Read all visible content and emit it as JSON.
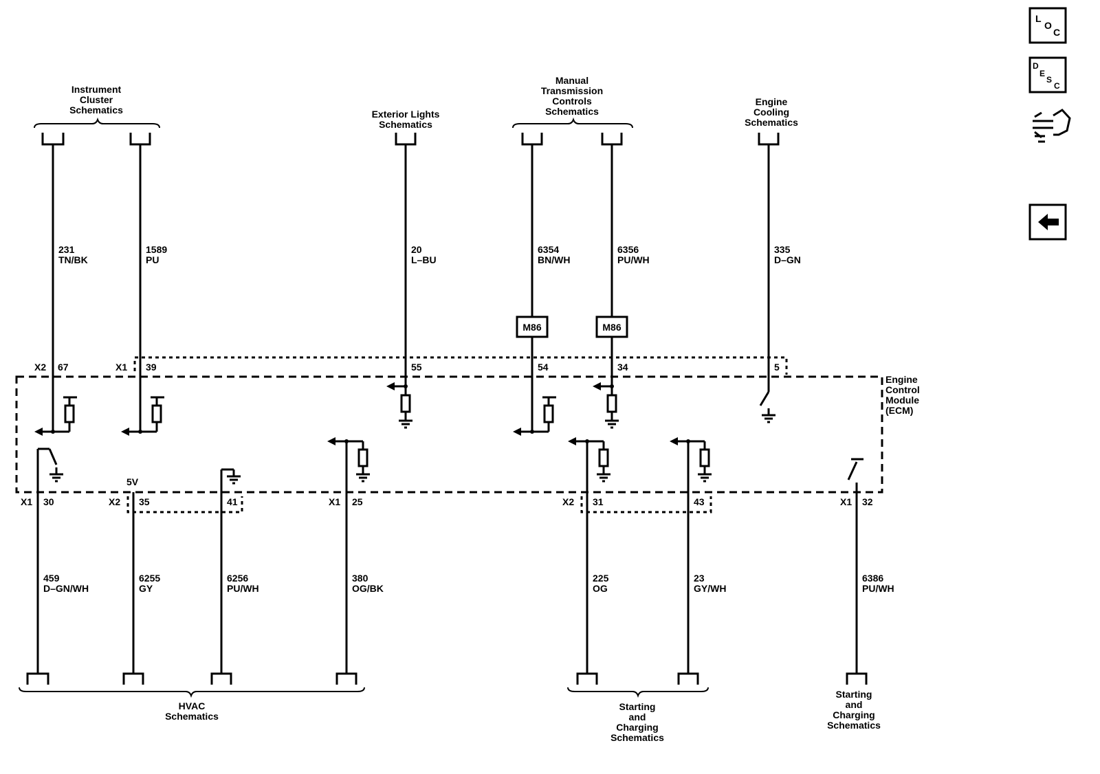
{
  "nav": {
    "loc": [
      "L",
      "O",
      "C"
    ],
    "desc": [
      "D",
      "E",
      "S",
      "C"
    ],
    "icons": [
      "loc-icon",
      "desc-icon",
      "pointing-hand-icon",
      "back-arrow-icon"
    ]
  },
  "groups": {
    "instrument_cluster": [
      "Instrument",
      "Cluster",
      "Schematics"
    ],
    "exterior_lights": [
      "Exterior Lights",
      "Schematics"
    ],
    "manual_transmission": [
      "Manual",
      "Transmission",
      "Controls",
      "Schematics"
    ],
    "engine_cooling": [
      "Engine",
      "Cooling",
      "Schematics"
    ],
    "hvac": [
      "HVAC",
      "Schematics"
    ],
    "starting_charging_1": [
      "Starting",
      "and",
      "Charging",
      "Schematics"
    ],
    "starting_charging_2": [
      "Starting",
      "and",
      "Charging",
      "Schematics"
    ]
  },
  "module": {
    "name": [
      "Engine",
      "Control",
      "Module",
      "(ECM)"
    ],
    "voltage": "5V"
  },
  "top_wires": [
    {
      "circuit": "231",
      "color": "TN/BK",
      "connector": "X2",
      "pin": "67"
    },
    {
      "circuit": "1589",
      "color": "PU",
      "connector": "X1",
      "pin": "39"
    },
    {
      "circuit": "20",
      "color": "L–BU",
      "pin": "55"
    },
    {
      "circuit": "6354",
      "color": "BN/WH",
      "pin": "54",
      "inline": "M86"
    },
    {
      "circuit": "6356",
      "color": "PU/WH",
      "pin": "34",
      "inline": "M86"
    },
    {
      "circuit": "335",
      "color": "D–GN",
      "pin": "5"
    }
  ],
  "bottom_wires": [
    {
      "circuit": "459",
      "color": "D–GN/WH",
      "connector": "X1",
      "pin": "30"
    },
    {
      "circuit": "6255",
      "color": "GY",
      "connector": "X2",
      "pin": "35"
    },
    {
      "circuit": "6256",
      "color": "PU/WH",
      "pin": "41"
    },
    {
      "circuit": "380",
      "color": "OG/BK",
      "connector": "X1",
      "pin": "25"
    },
    {
      "circuit": "225",
      "color": "OG",
      "connector": "X2",
      "pin": "31"
    },
    {
      "circuit": "23",
      "color": "GY/WH",
      "pin": "43"
    },
    {
      "circuit": "6386",
      "color": "PU/WH",
      "connector": "X1",
      "pin": "32"
    }
  ]
}
